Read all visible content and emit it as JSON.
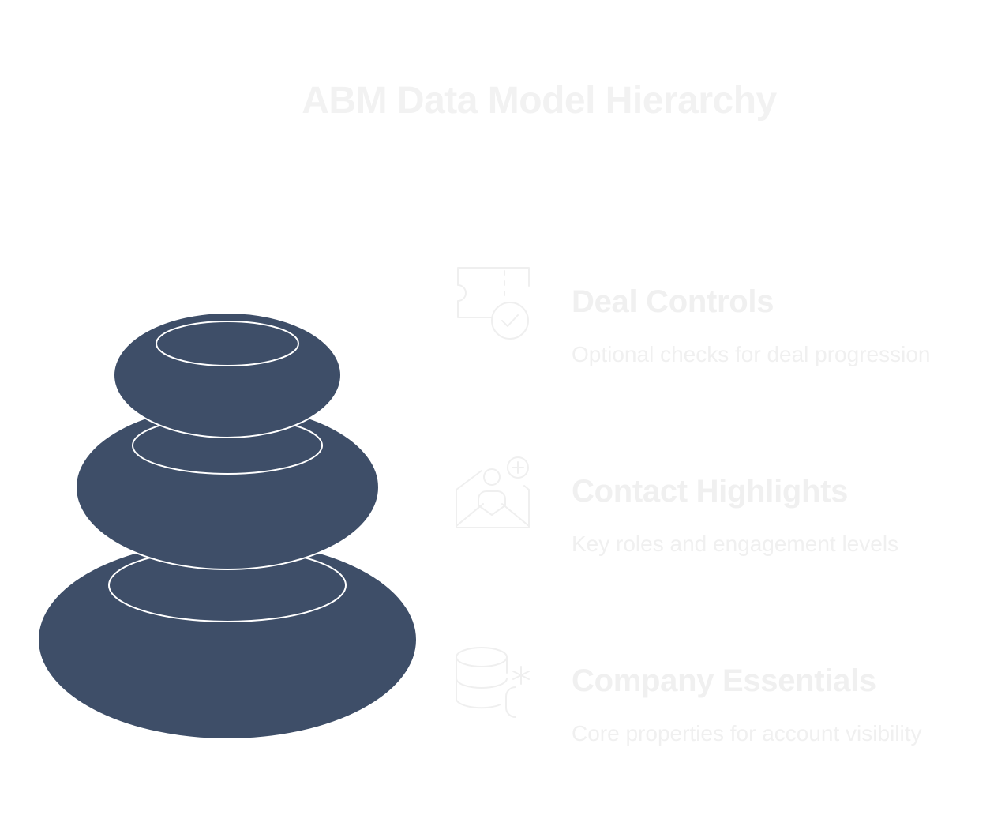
{
  "title": "ABM Data Model Hierarchy",
  "colors": {
    "stone": "#3e4e68",
    "stone_outline": "#ffffff",
    "text": "#f0f0f0",
    "icon_stroke": "#efefef"
  },
  "layers": [
    {
      "name": "Deal Controls",
      "description": "Optional checks for deal progression",
      "icon": "ticket-check-icon"
    },
    {
      "name": "Contact Highlights",
      "description": "Key roles and engagement levels",
      "icon": "mail-user-plus-icon"
    },
    {
      "name": "Company Essentials",
      "description": "Core properties for account visibility",
      "icon": "database-asterisk-icon"
    }
  ]
}
